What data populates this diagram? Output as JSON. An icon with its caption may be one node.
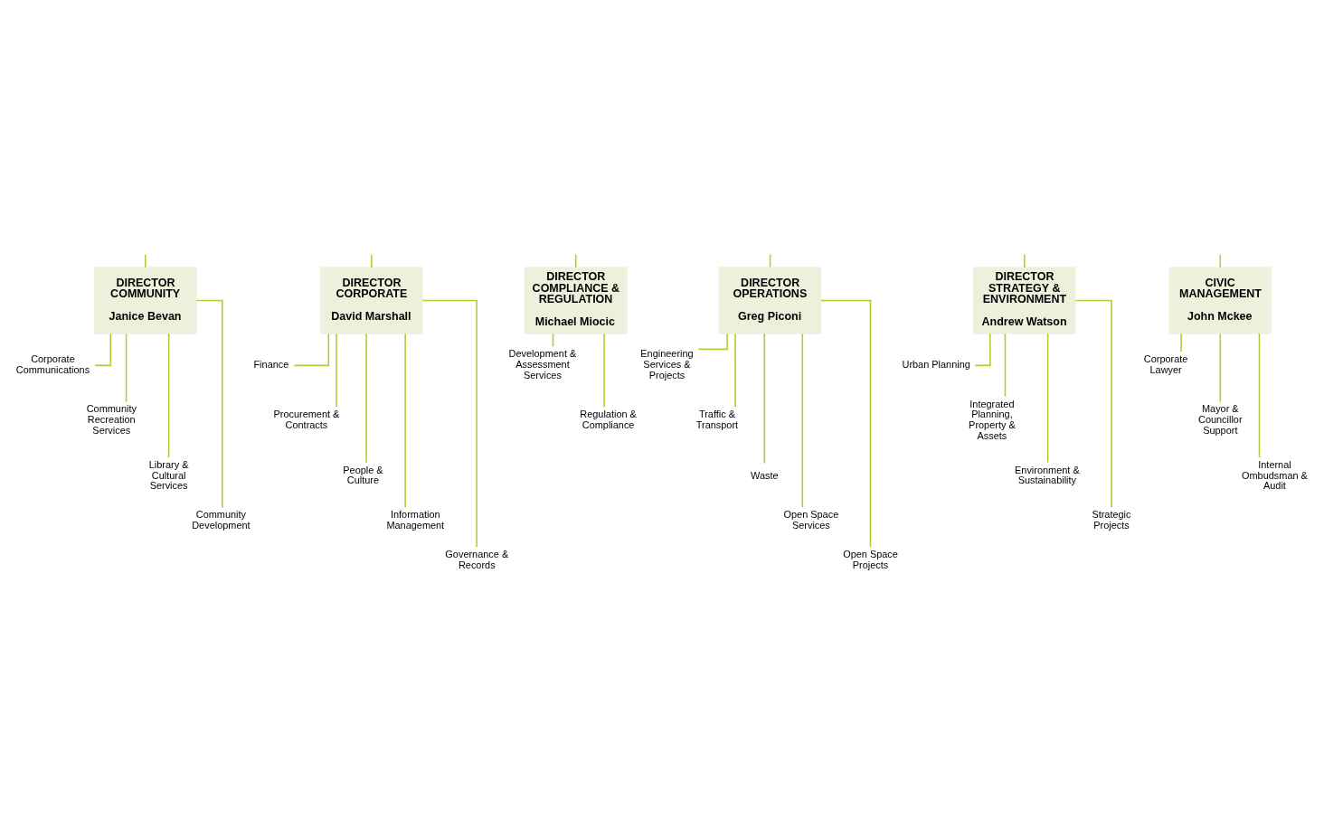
{
  "diagram": {
    "nodes": [
      {
        "text": [
          "DIRECTOR COMMUNITY",
          "Janice Bevan"
        ]
      },
      {
        "text": [
          "Corporate Communications"
        ]
      },
      {
        "text": [
          "Community Recreation Services"
        ]
      },
      {
        "text": [
          "Library & Cultural Services"
        ]
      },
      {
        "text": [
          "Community Development"
        ]
      },
      {
        "text": [
          "DIRECTOR CORPORATE",
          "David Marshall"
        ]
      },
      {
        "text": [
          "Finance"
        ]
      },
      {
        "text": [
          "Procurement & Contracts"
        ]
      },
      {
        "text": [
          "People & Culture"
        ]
      },
      {
        "text": [
          "Information Management"
        ]
      },
      {
        "text": [
          "Governance & Records"
        ]
      },
      {
        "text": [
          "DIRECTOR COMPLIANCE & REGULATION",
          "Michael Miocic"
        ]
      },
      {
        "text": [
          "Development & Assessment Services"
        ]
      },
      {
        "text": [
          "Regulation & Compliance"
        ]
      },
      {
        "text": [
          "DIRECTOR OPERATIONS",
          "Greg Piconi"
        ]
      },
      {
        "text": [
          "Engineering Services & Projects"
        ]
      },
      {
        "text": [
          "Traffic & Transport"
        ]
      },
      {
        "text": [
          "Waste"
        ]
      },
      {
        "text": [
          "Open Space Services"
        ]
      },
      {
        "text": [
          "Open Space Projects"
        ]
      },
      {
        "text": [
          "DIRECTOR STRATEGY & ENVIRONMENT",
          "Andrew Watson"
        ]
      },
      {
        "text": [
          "Urban Planning"
        ]
      },
      {
        "text": [
          "Integrated Planning, Property & Assets"
        ]
      },
      {
        "text": [
          "Environment & Sustainability"
        ]
      },
      {
        "text": [
          "Strategic Projects"
        ]
      },
      {
        "text": [
          "CIVIC MANAGEMENT",
          "John Mckee"
        ]
      },
      {
        "text": [
          "Corporate Lawyer"
        ]
      },
      {
        "text": [
          "Mayor & Councillor Support"
        ]
      },
      {
        "text": [
          "Internal Ombudsman & Audit"
        ]
      }
    ],
    "edges": [
      {
        "from": null,
        "to": 0,
        "arrow": "none"
      },
      {
        "from": 0,
        "to": 1,
        "arrow": "none"
      },
      {
        "from": 0,
        "to": 2,
        "arrow": "none"
      },
      {
        "from": 0,
        "to": 3,
        "arrow": "none"
      },
      {
        "from": 0,
        "to": 4,
        "arrow": "none"
      },
      {
        "from": null,
        "to": 5,
        "arrow": "none"
      },
      {
        "from": 5,
        "to": 6,
        "arrow": "none"
      },
      {
        "from": 5,
        "to": 7,
        "arrow": "none"
      },
      {
        "from": 5,
        "to": 8,
        "arrow": "none"
      },
      {
        "from": 5,
        "to": 9,
        "arrow": "none"
      },
      {
        "from": 5,
        "to": 10,
        "arrow": "none"
      },
      {
        "from": null,
        "to": 11,
        "arrow": "none"
      },
      {
        "from": 11,
        "to": 12,
        "arrow": "none"
      },
      {
        "from": 11,
        "to": 13,
        "arrow": "none"
      },
      {
        "from": null,
        "to": 14,
        "arrow": "none"
      },
      {
        "from": 14,
        "to": 15,
        "arrow": "none"
      },
      {
        "from": 14,
        "to": 16,
        "arrow": "none"
      },
      {
        "from": 14,
        "to": 17,
        "arrow": "none"
      },
      {
        "from": 14,
        "to": 18,
        "arrow": "none"
      },
      {
        "from": 14,
        "to": 19,
        "arrow": "none"
      },
      {
        "from": null,
        "to": 20,
        "arrow": "none"
      },
      {
        "from": 20,
        "to": 21,
        "arrow": "none"
      },
      {
        "from": 20,
        "to": 22,
        "arrow": "none"
      },
      {
        "from": 20,
        "to": 23,
        "arrow": "none"
      },
      {
        "from": 20,
        "to": 24,
        "arrow": "none"
      },
      {
        "from": null,
        "to": 25,
        "arrow": "none"
      },
      {
        "from": 25,
        "to": 26,
        "arrow": "none"
      },
      {
        "from": 25,
        "to": 27,
        "arrow": "none"
      },
      {
        "from": 25,
        "to": 28,
        "arrow": "none"
      }
    ]
  }
}
